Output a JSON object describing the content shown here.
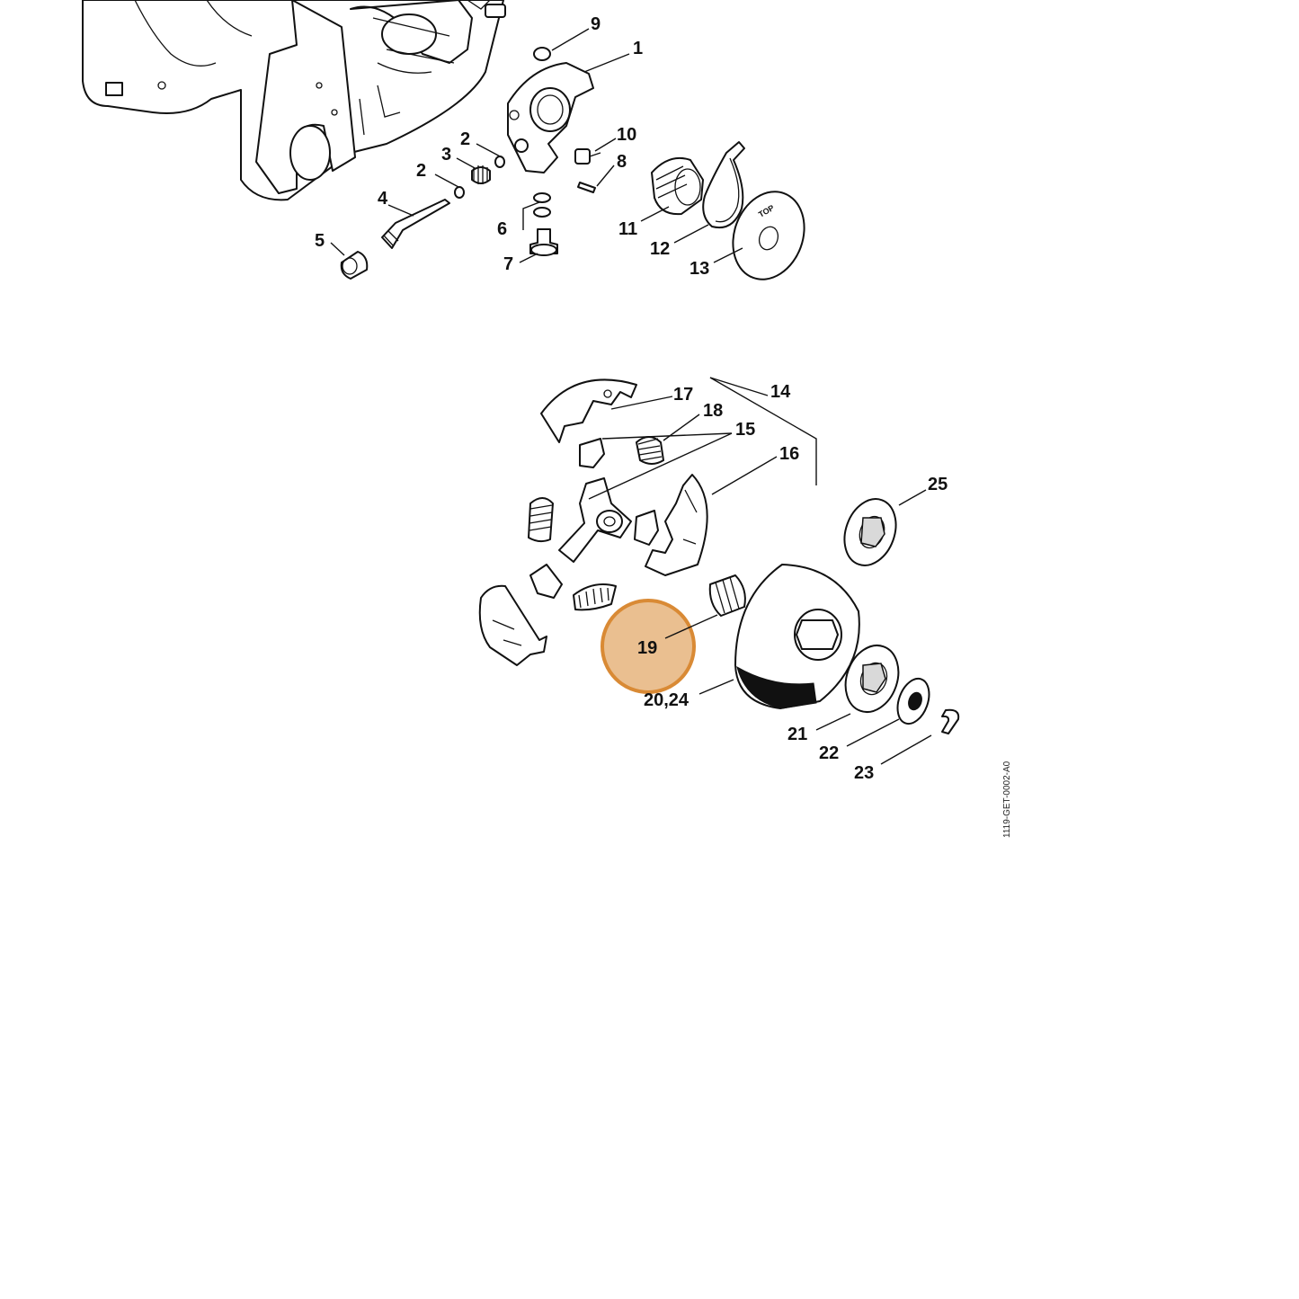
{
  "diagram": {
    "drawing_id": "1119-GET-0002-A0",
    "highlight_color": "#d98a35",
    "highlighted_callout": "19",
    "callouts": [
      {
        "label": "1"
      },
      {
        "label": "2"
      },
      {
        "label": "2"
      },
      {
        "label": "3"
      },
      {
        "label": "4"
      },
      {
        "label": "5"
      },
      {
        "label": "6"
      },
      {
        "label": "7"
      },
      {
        "label": "8"
      },
      {
        "label": "9"
      },
      {
        "label": "10"
      },
      {
        "label": "11"
      },
      {
        "label": "12"
      },
      {
        "label": "13"
      },
      {
        "label": "14"
      },
      {
        "label": "15"
      },
      {
        "label": "16"
      },
      {
        "label": "17"
      },
      {
        "label": "18"
      },
      {
        "label": "19"
      },
      {
        "label": "20,24"
      },
      {
        "label": "21"
      },
      {
        "label": "22"
      },
      {
        "label": "23"
      },
      {
        "label": "25"
      }
    ],
    "printed_marks": {
      "disc_top": "TOP"
    }
  }
}
